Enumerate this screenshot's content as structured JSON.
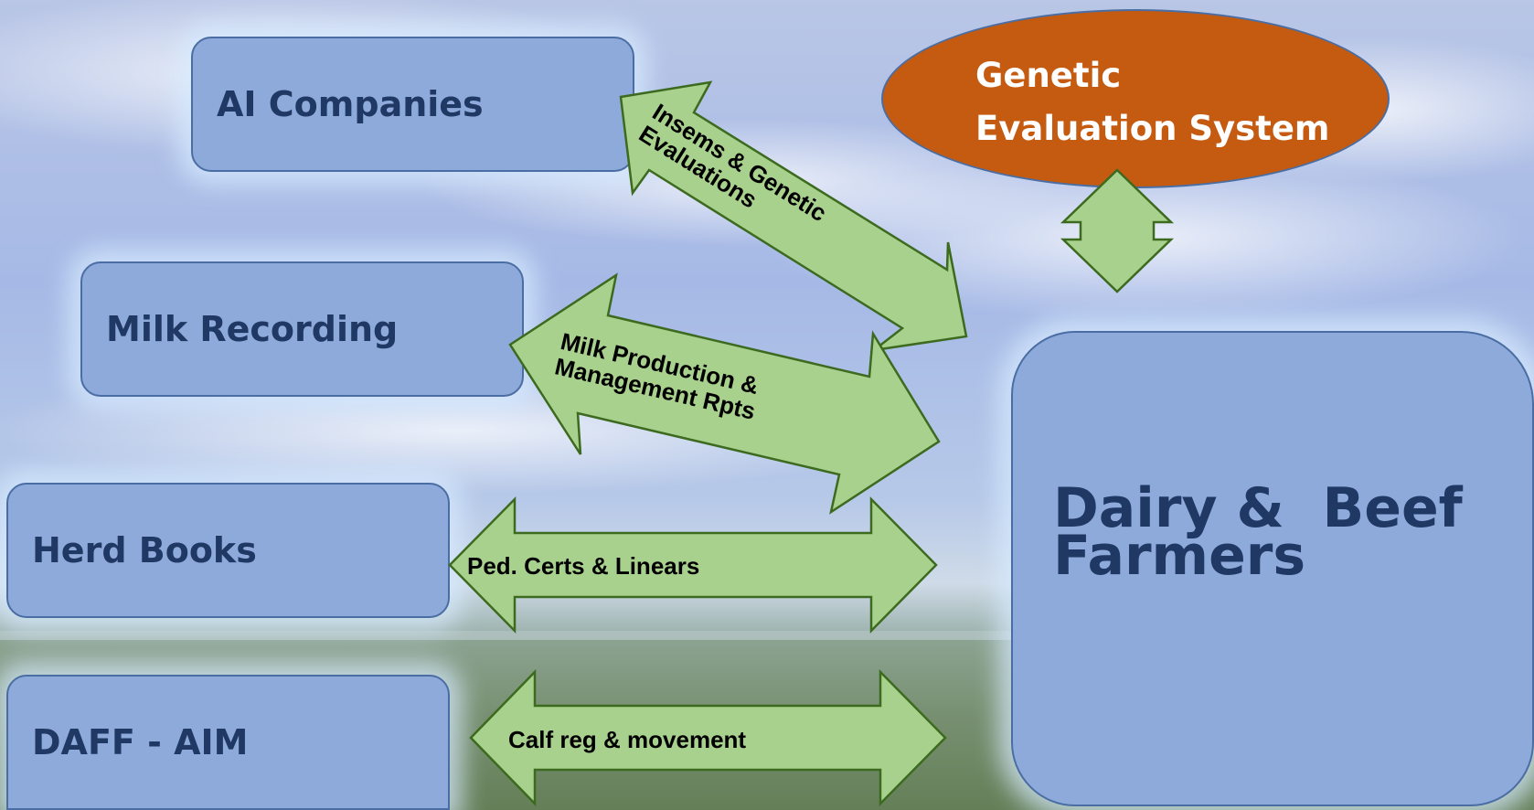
{
  "boxes": {
    "ai_companies": "AI Companies",
    "milk_recording": "Milk Recording",
    "herd_books": "Herd Books",
    "daff_aim": "DAFF  - AIM",
    "farmers_line1": "Dairy &  Beef",
    "farmers_line2": "Farmers"
  },
  "genetic": {
    "line1": "Genetic",
    "line2": "Evaluation System"
  },
  "arrows": {
    "insems_line1": "Insems & Genetic",
    "insems_line2": "Evaluations",
    "milk_line1": "Milk Production &",
    "milk_line2": "Management Rpts",
    "ped": "Ped. Certs & Linears",
    "calf": "Calf reg & movement"
  },
  "colors": {
    "box_fill": "#8eaadb",
    "box_text": "#1f3864",
    "ellipse_fill": "#c55a11",
    "arrow_fill": "#a9d18e",
    "arrow_stroke": "#3c6a1e"
  }
}
